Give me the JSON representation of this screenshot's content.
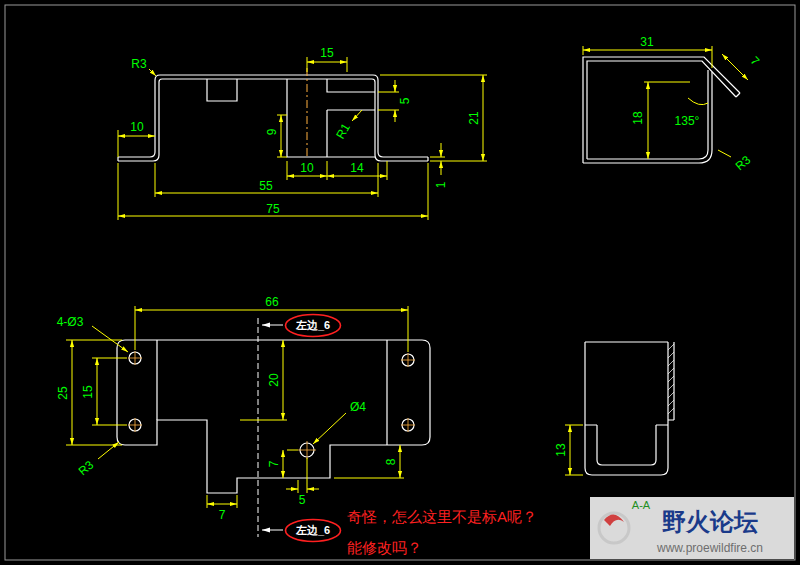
{
  "diagram": {
    "nodes": [
      {
        "text": [
          "左边_6"
        ]
      },
      {
        "text": [
          "左边_6"
        ]
      }
    ],
    "labels": [
      "R3",
      "15",
      "5",
      "9",
      "R1",
      "10",
      "10",
      "14",
      "21",
      "1",
      "55",
      "75",
      "31",
      "7",
      "18",
      "135°",
      "R3",
      "66",
      "4-Ø3",
      "25",
      "15",
      "20",
      "Ø4",
      "7",
      "8",
      "5",
      "7",
      "R3",
      "13",
      "奇怪，怎么这里不是标A呢？",
      "能修改吗？",
      "A-A",
      "野火论坛",
      "www.proewildfire.cn"
    ]
  }
}
